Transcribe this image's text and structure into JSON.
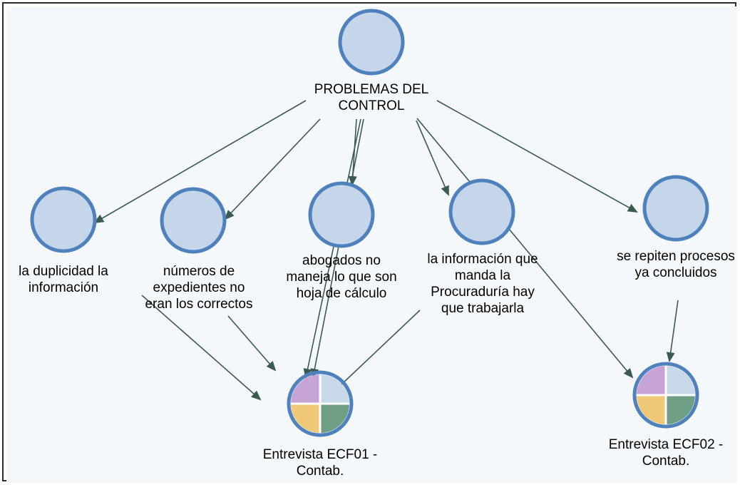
{
  "diagram": {
    "root": {
      "label_lines": [
        "PROBLEMAS DEL",
        "CONTROL"
      ]
    },
    "codes": [
      {
        "label_lines": [
          "la duplicidad la",
          "información"
        ]
      },
      {
        "label_lines": [
          "números de",
          "expedientes no",
          "eran los correctos"
        ]
      },
      {
        "label_lines": [
          "abogados no",
          "maneja lo que son",
          "hoja de cálculo"
        ]
      },
      {
        "label_lines": [
          "la información que",
          "manda la",
          "Procuraduría hay",
          "que trabajarla"
        ]
      },
      {
        "label_lines": [
          "se repiten procesos",
          "ya concluidos"
        ]
      }
    ],
    "documents": [
      {
        "label_lines": [
          "Entrevista ECF01 -",
          "Contab."
        ]
      },
      {
        "label_lines": [
          "Entrevista ECF02 -",
          "Contab."
        ]
      }
    ],
    "colors": {
      "circle_fill": "#c5d6ea",
      "circle_stroke": "#4f81bd",
      "edge": "#3a5a52",
      "quadrant_top_left": "#c6a4d6",
      "quadrant_top_right": "#c9d9ea",
      "quadrant_bottom_left": "#efc977",
      "quadrant_bottom_right": "#6e9e84",
      "background": "#f5f8fb"
    }
  }
}
